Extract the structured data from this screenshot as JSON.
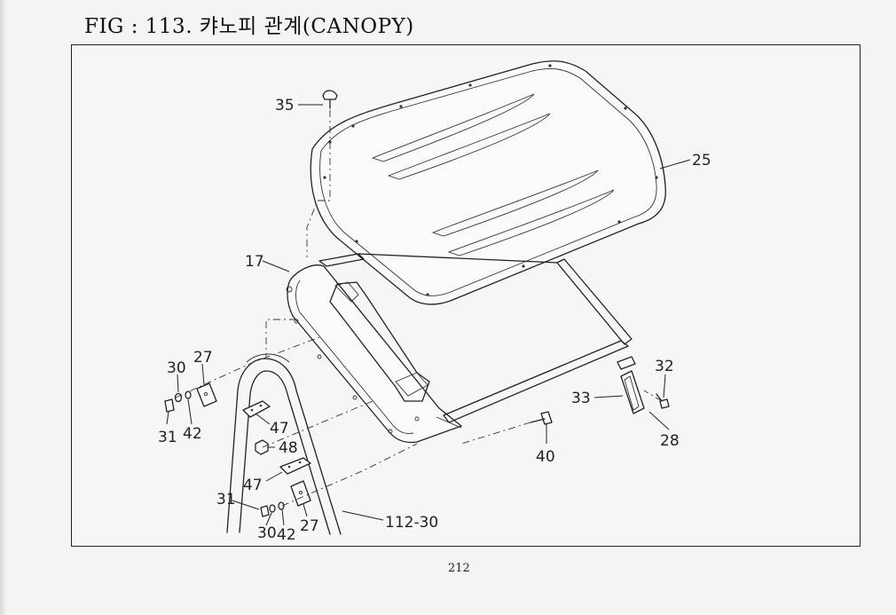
{
  "header": {
    "title": "FIG : 113. 캬노피 관계(CANOPY)"
  },
  "footer": {
    "page_number": "212"
  },
  "callouts": {
    "c35": "35",
    "c25": "25",
    "c17": "17",
    "c30a": "30",
    "c27a": "27",
    "c31a": "31",
    "c42a": "42",
    "c47a": "47",
    "c48": "48",
    "c47b": "47",
    "c31b": "31",
    "c30b": "30",
    "c42b": "42",
    "c27b": "27",
    "c112": "112-30",
    "c40": "40",
    "c33": "33",
    "c32": "32",
    "c28": "28"
  }
}
